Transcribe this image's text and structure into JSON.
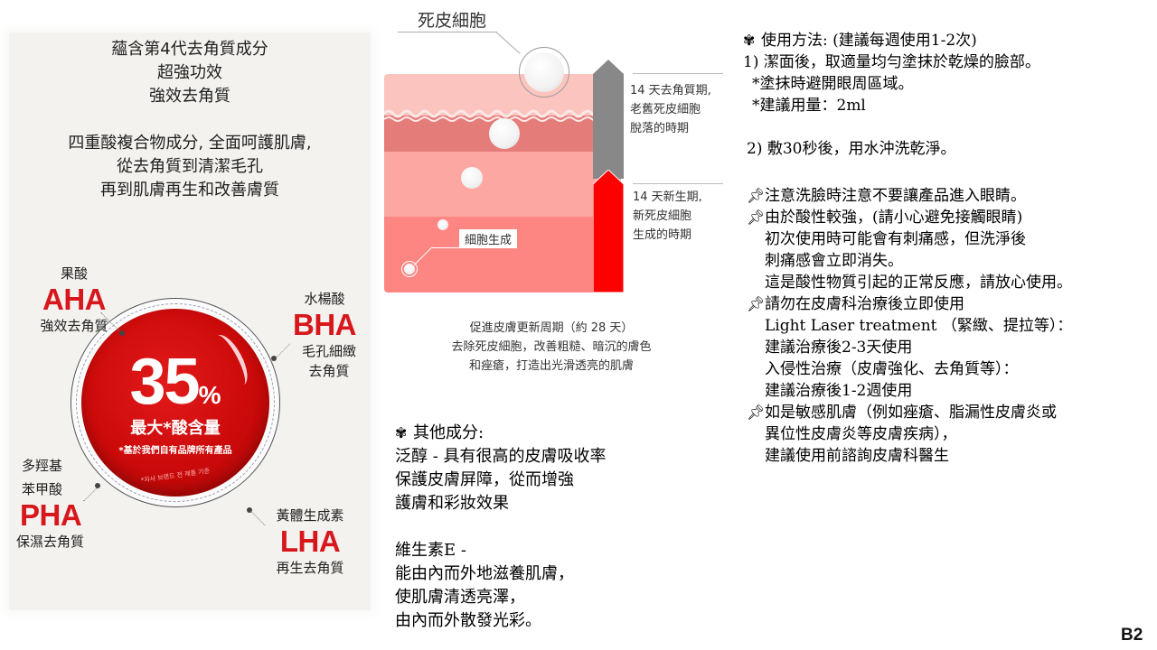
{
  "left_panel": {
    "intro_lines_1": [
      "蘊含第4代去角質成分",
      "超強功效",
      "強效去角質"
    ],
    "intro_lines_2": [
      "四重酸複合物成分, 全面呵護肌膚,",
      "從去角質到清潔毛孔",
      "再到肌膚再生和改善膚質"
    ],
    "badge": {
      "value": "35",
      "unit": "%",
      "label": "最大*酸含量",
      "footnote": "*基於我們自有品牌所有產品",
      "korean_note": "*자사 브랜드 전 제품 기준",
      "color": "#cc0a0a"
    },
    "acids": [
      {
        "cn": "果酸",
        "code": "AHA",
        "desc": "強效去角質"
      },
      {
        "cn": "水楊酸",
        "code": "BHA",
        "desc_lines": [
          "毛孔細緻",
          "去角質"
        ]
      },
      {
        "cn_lines": [
          "多羥基",
          "苯甲酸"
        ],
        "code": "PHA",
        "desc": "保濕去角質"
      },
      {
        "cn": "黃體生成素",
        "code": "LHA",
        "desc": "再生去角質"
      }
    ],
    "acid_color": "#d8171d"
  },
  "diagram": {
    "dead_cell_label": "死皮細胞",
    "cell_generation_label": "細胞生成",
    "phase_1": {
      "lines": [
        "14 天去角質期,",
        "老舊死皮細胞",
        "脫落的時期"
      ],
      "color": "#888888"
    },
    "phase_2": {
      "lines": [
        "14 天新生期,",
        "新死皮細胞",
        "生成的時期"
      ],
      "color": "#ff0000"
    },
    "caption_lines": [
      "促進皮膚更新周期（約 28 天）",
      "去除死皮細胞，改善粗糙、暗沉的膚色",
      "和痤瘡，打造出光滑透亮的肌膚"
    ]
  },
  "other_ingredients": {
    "icon": "flower-icon",
    "title": "其他成分:",
    "lines_1": [
      "泛醇 - 具有很高的皮膚吸收率",
      "保護皮膚屏障，從而增強",
      "護膚和彩妝效果"
    ],
    "lines_2": [
      "維生素E -",
      "能由內而外地滋養肌膚，",
      "使肌膚清透亮澤，",
      "由內而外散發光彩。"
    ]
  },
  "usage": {
    "icon": "flower-icon",
    "title": "使用方法: (建議每週使用1-2次)",
    "step_1": "1) 潔面後，取適量均勻塗抹於乾燥的臉部。",
    "step_1_notes": [
      "*塗抹時避開眼周區域。",
      "*建議用量：2ml"
    ],
    "step_2": "2) 敷30秒後，用水沖洗乾淨。"
  },
  "notes": {
    "icon": "pushpin-icon",
    "items": [
      {
        "lines": [
          "注意洗臉時注意不要讓產品進入眼睛。"
        ]
      },
      {
        "lines": [
          "由於酸性較強，(請小心避免接觸眼睛)",
          "初次使用時可能會有刺痛感，但洗淨後",
          "刺痛感會立即消失。",
          "這是酸性物質引起的正常反應，請放心使用。"
        ]
      },
      {
        "lines": [
          "請勿在皮膚科治療後立即使用",
          "Light Laser treatment （緊緻、提拉等）：",
          "建議治療後2-3天使用",
          "入侵性治療（皮膚強化、去角質等）：",
          "建議治療後1-2週使用"
        ]
      },
      {
        "lines": [
          "如是敏感肌膚（例如痤瘡、脂漏性皮膚炎或",
          "異位性皮膚炎等皮膚疾病），",
          "建議使用前諮詢皮膚科醫生"
        ]
      }
    ]
  },
  "page_label": "B2"
}
